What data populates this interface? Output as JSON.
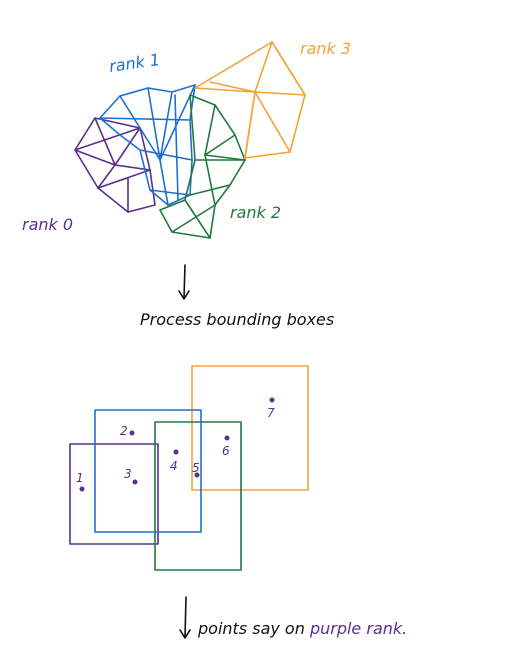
{
  "colors": {
    "purple": "#5a2e8c",
    "blue": "#1f6fd1",
    "green": "#1e7a3c",
    "orange": "#f2a33a",
    "ink": "#111111"
  },
  "ranks": {
    "rank0": "rank 0",
    "rank1": "rank 1",
    "rank2": "rank 2",
    "rank3": "rank 3"
  },
  "step1": "Process bounding boxes",
  "points": {
    "p1": "1",
    "p2": "2",
    "p3": "3",
    "p4": "4",
    "p5": "5",
    "p6": "6",
    "p7": "7"
  },
  "footer": {
    "prefix": "points say on",
    "highlight": "purple rank."
  }
}
